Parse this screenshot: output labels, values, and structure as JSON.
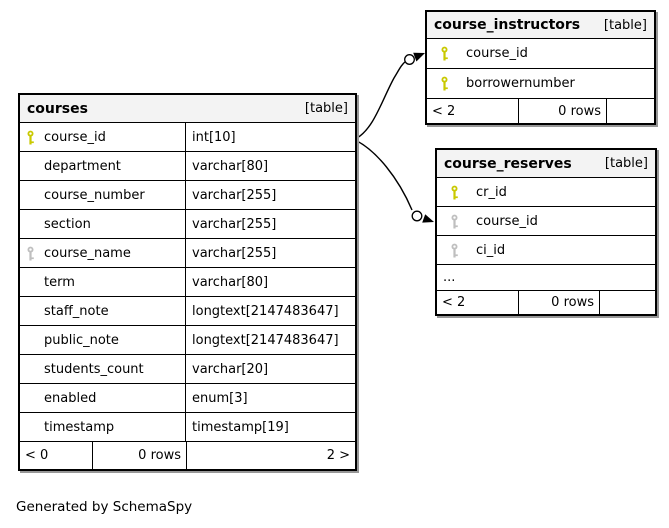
{
  "footer_note": "Generated by SchemaSpy",
  "colors": {
    "primary_key_icon": "#c9c900",
    "index_key_icon": "#bfbfbf",
    "header_bg": "#f3f3f3",
    "border": "#000000",
    "shadow": "#979797"
  },
  "icons": {
    "primary_key": "key-icon",
    "index_key": "key-icon"
  },
  "tables": [
    {
      "name": "courses",
      "tag": "[table]",
      "columns": [
        {
          "name": "course_id",
          "type": "int[10]",
          "key": "primary"
        },
        {
          "name": "department",
          "type": "varchar[80]",
          "key": null
        },
        {
          "name": "course_number",
          "type": "varchar[255]",
          "key": null
        },
        {
          "name": "section",
          "type": "varchar[255]",
          "key": null
        },
        {
          "name": "course_name",
          "type": "varchar[255]",
          "key": "index"
        },
        {
          "name": "term",
          "type": "varchar[80]",
          "key": null
        },
        {
          "name": "staff_note",
          "type": "longtext[2147483647]",
          "key": null
        },
        {
          "name": "public_note",
          "type": "longtext[2147483647]",
          "key": null
        },
        {
          "name": "students_count",
          "type": "varchar[20]",
          "key": null
        },
        {
          "name": "enabled",
          "type": "enum[3]",
          "key": null
        },
        {
          "name": "timestamp",
          "type": "timestamp[19]",
          "key": null
        }
      ],
      "footer": {
        "left": "< 0",
        "middle": "0 rows",
        "right": "2 >"
      }
    },
    {
      "name": "course_instructors",
      "tag": "[table]",
      "columns": [
        {
          "name": "course_id",
          "key": "primary"
        },
        {
          "name": "borrowernumber",
          "key": "primary"
        }
      ],
      "footer": {
        "left": "< 2",
        "middle": "0 rows",
        "right": ""
      }
    },
    {
      "name": "course_reserves",
      "tag": "[table]",
      "columns": [
        {
          "name": "cr_id",
          "key": "primary"
        },
        {
          "name": "course_id",
          "key": "index"
        },
        {
          "name": "ci_id",
          "key": "index"
        },
        {
          "name": "...",
          "key": null
        }
      ],
      "footer": {
        "left": "< 2",
        "middle": "0 rows",
        "right": ""
      }
    }
  ],
  "relationships": [
    {
      "from": "courses",
      "to": "course_instructors.course_id"
    },
    {
      "from": "courses",
      "to": "course_reserves.course_id"
    }
  ]
}
